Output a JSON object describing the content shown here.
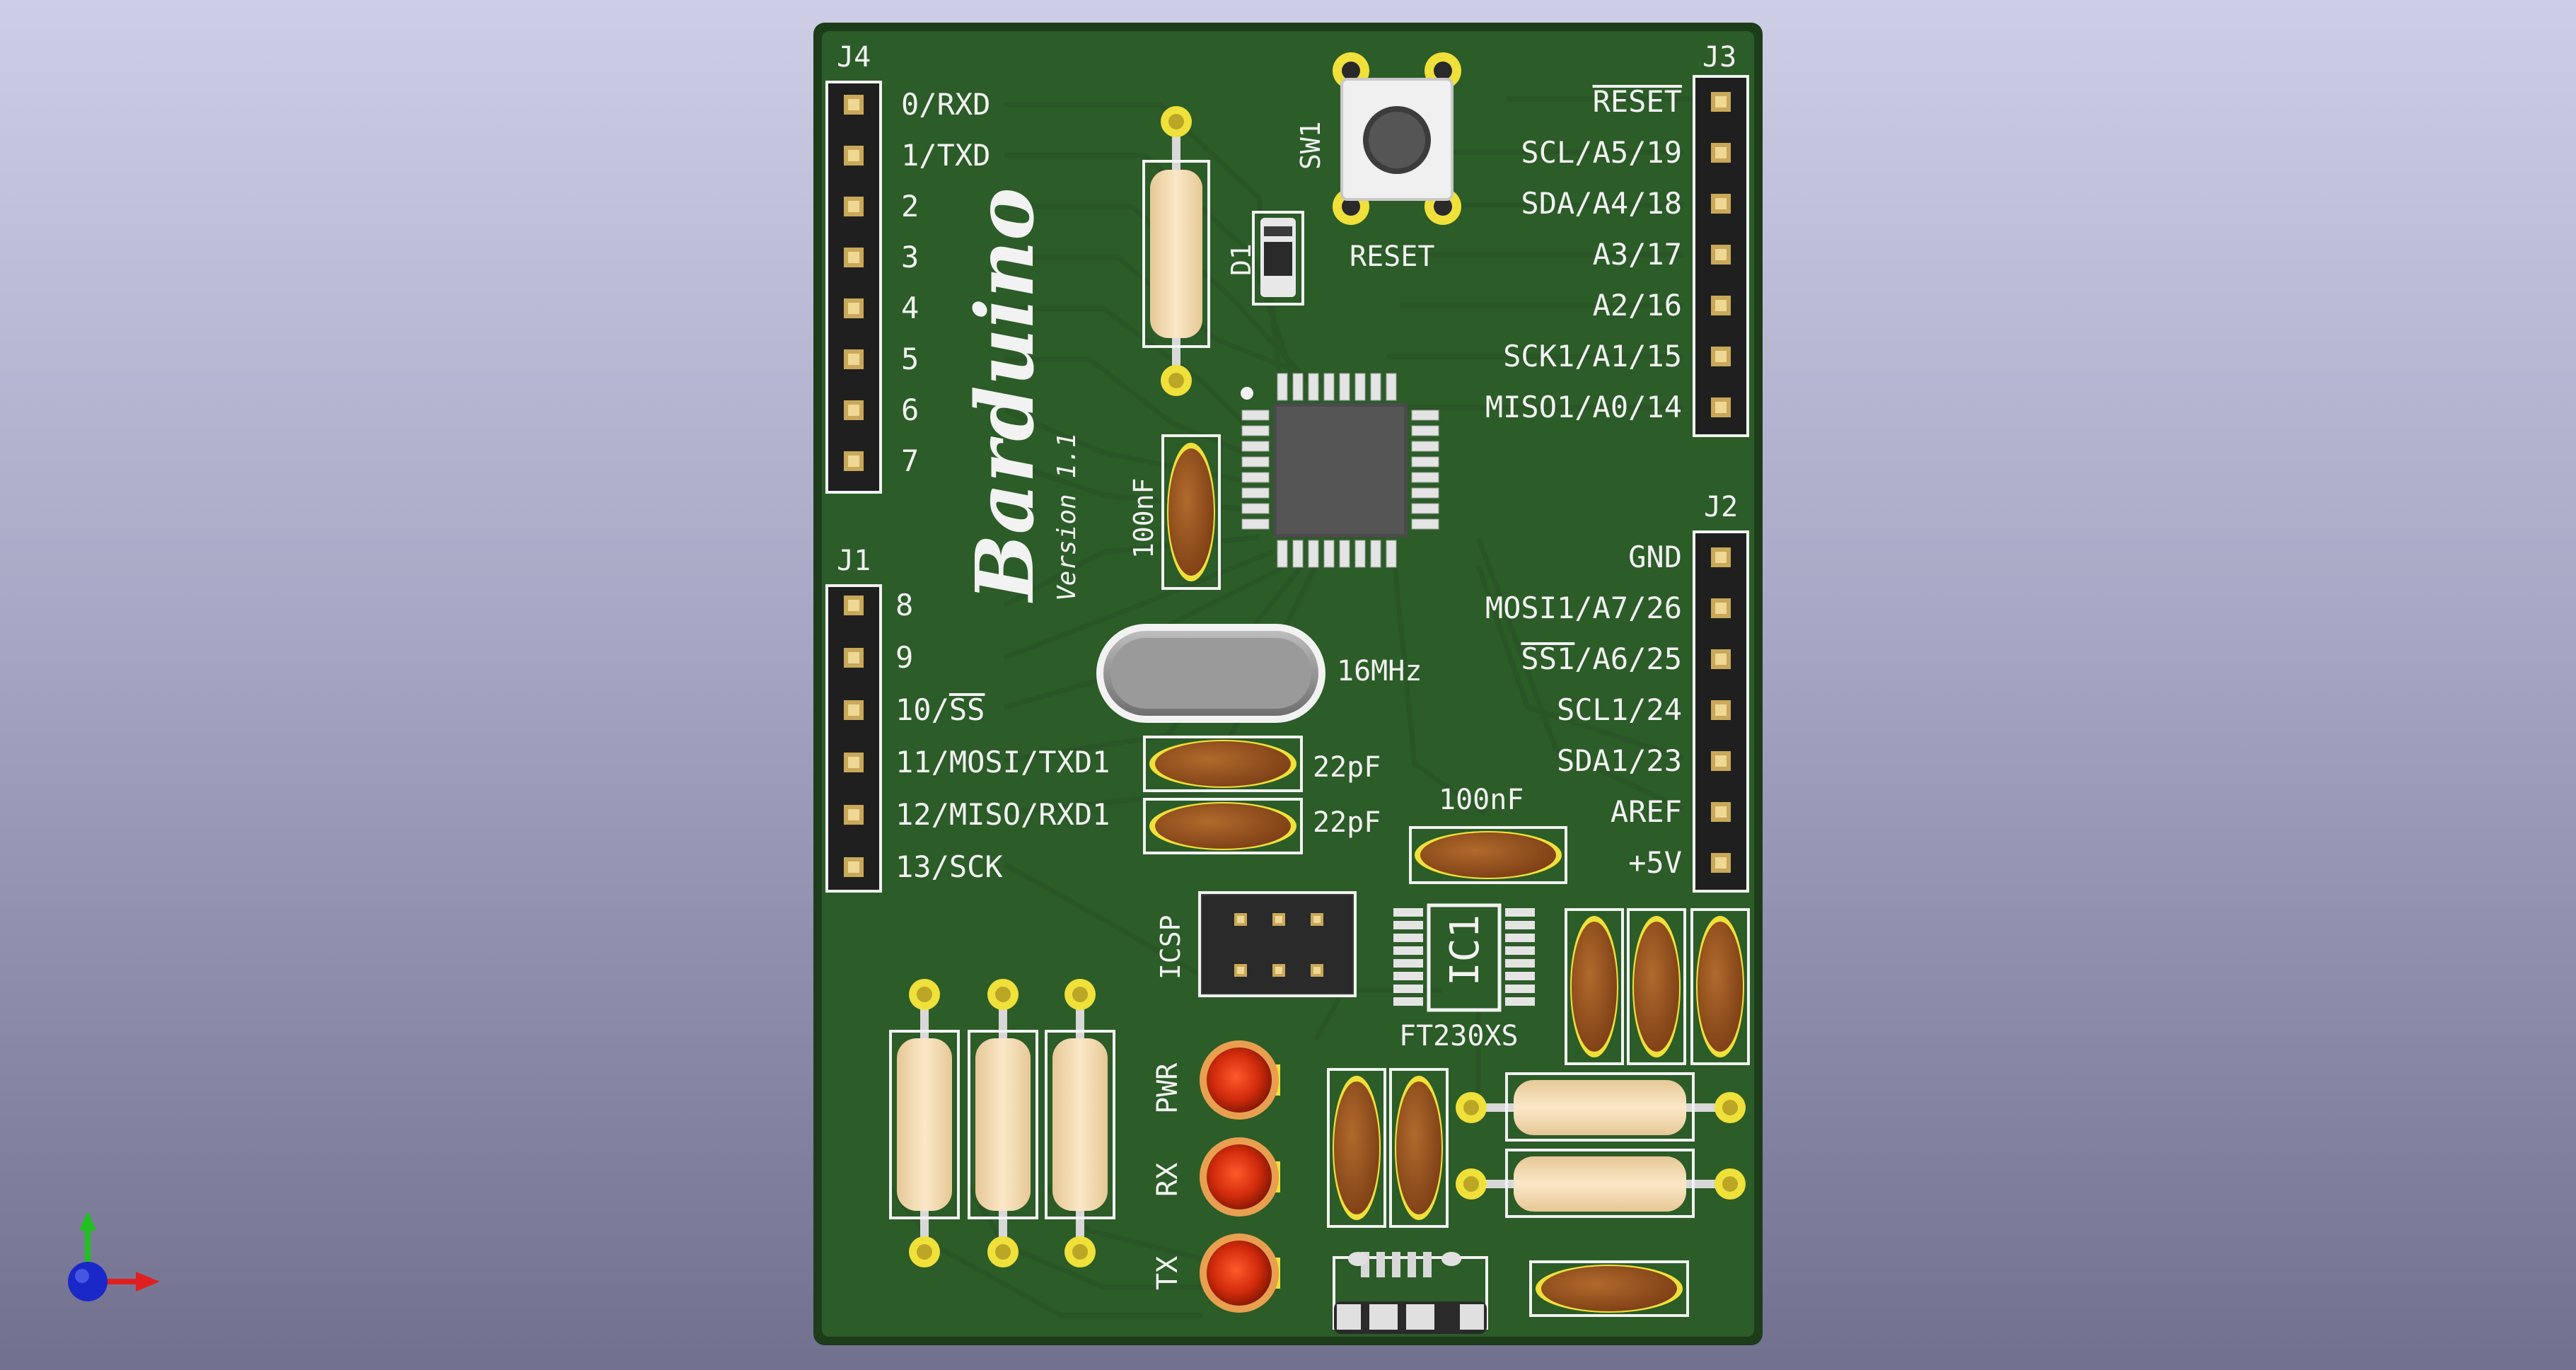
{
  "board": {
    "title": "Barduino",
    "version": "Version 1.1",
    "colors": {
      "solder_mask": "#2c5c28",
      "silk": "#f2f2f2",
      "gold": "#d9c27a",
      "edge": "#1d3c1a"
    }
  },
  "headers": {
    "j4": {
      "ref": "J4",
      "pins": [
        "0/RXD",
        "1/TXD",
        "2",
        "3",
        "4",
        "5",
        "6",
        "7"
      ]
    },
    "j1": {
      "ref": "J1",
      "pins": [
        "8",
        "9",
        "10/SS",
        "11/MOSI/TXD1",
        "12/MISO/RXD1",
        "13/SCK"
      ]
    },
    "j3": {
      "ref": "J3",
      "pins": [
        "RESET",
        "SCL/A5/19",
        "SDA/A4/18",
        "A3/17",
        "A2/16",
        "SCK1/A1/15",
        "MISO1/A0/14"
      ]
    },
    "j2": {
      "ref": "J2",
      "pins": [
        "GND",
        "MOSI1/A7/26",
        "SS1/A6/25",
        "SCL1/24",
        "SDA1/23",
        "AREF",
        "+5V"
      ]
    }
  },
  "components": {
    "sw1": {
      "ref": "SW1",
      "label": "RESET"
    },
    "d1": {
      "ref": "D1"
    },
    "cap_mcu": {
      "value": "100nF"
    },
    "crystal": {
      "value": "16MHz"
    },
    "cap_22pf_1": {
      "value": "22pF"
    },
    "cap_22pf_2": {
      "value": "22pF"
    },
    "cap_ft": {
      "value": "100nF"
    },
    "icsp": {
      "ref": "ICSP"
    },
    "ic1": {
      "ref": "IC1",
      "value": "FT230XS"
    },
    "leds": [
      {
        "label": "PWR"
      },
      {
        "label": "RX"
      },
      {
        "label": "TX"
      }
    ]
  },
  "axis_gizmo": {
    "icon": "3d-axis-icon",
    "x_color": "#e02020",
    "y_color": "#20c020",
    "z_color": "#1a28c8"
  }
}
